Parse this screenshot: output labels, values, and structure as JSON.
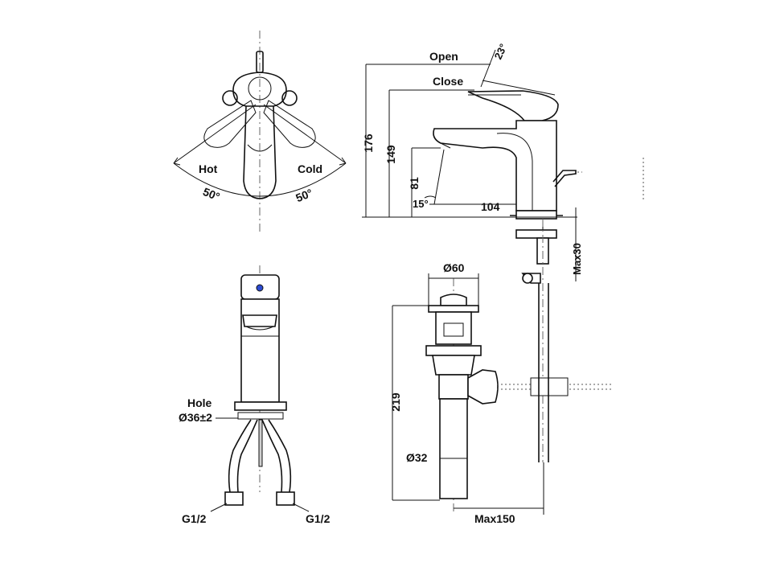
{
  "top_left_view": {
    "hot_label": "Hot",
    "cold_label": "Cold",
    "hot_angle": "50°",
    "cold_angle": "50°"
  },
  "side_view": {
    "open_label": "Open",
    "close_label": "Close",
    "lever_angle": "23°",
    "spout_angle": "15°",
    "dim_total_height": "176",
    "dim_body_height": "149",
    "dim_spout_height": "81",
    "dim_spout_reach": "104",
    "dim_deck_thickness": "Max30"
  },
  "front_view": {
    "hole_label": "Hole",
    "hole_size": "Ø36±2",
    "left_connection": "G1/2",
    "right_connection": "G1/2"
  },
  "drain_view": {
    "dim_flange_diameter": "Ø60",
    "dim_drain_height": "219",
    "dim_pipe_diameter": "Ø32",
    "dim_offset": "Max150"
  }
}
